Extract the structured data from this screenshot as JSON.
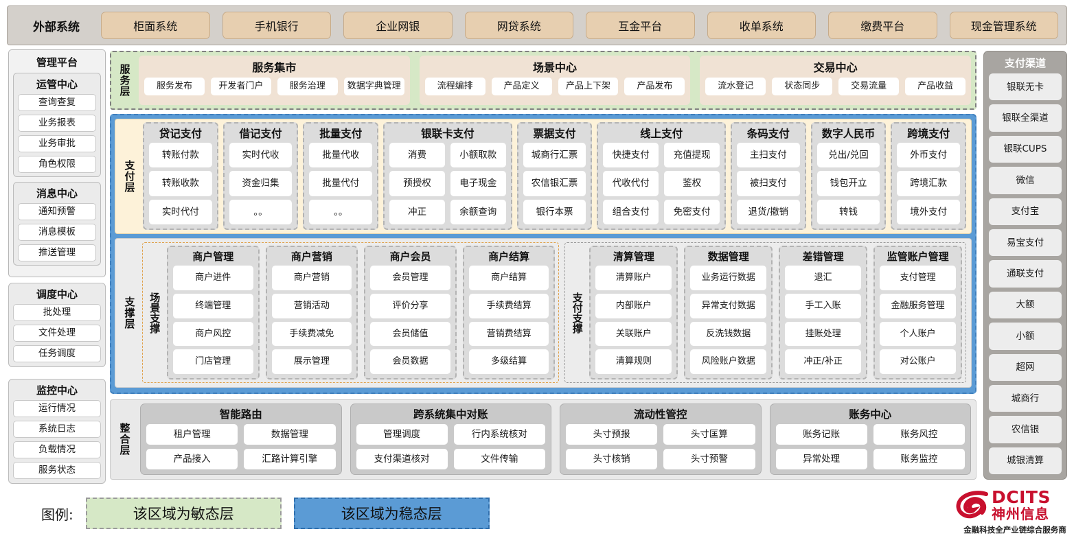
{
  "external_systems": {
    "title": "外部系统",
    "items": [
      "柜面系统",
      "手机银行",
      "企业网银",
      "网贷系统",
      "互金平台",
      "收单系统",
      "缴费平台",
      "现金管理系统"
    ]
  },
  "management_platform": {
    "title": "管理平台",
    "groups": [
      {
        "title": "运管中心",
        "items": [
          "查询查复",
          "业务报表",
          "业务审批",
          "角色权限"
        ]
      },
      {
        "title": "消息中心",
        "items": [
          "通知预警",
          "消息模板",
          "推送管理"
        ]
      }
    ]
  },
  "dispatch_center": {
    "title": "调度中心",
    "items": [
      "批处理",
      "文件处理",
      "任务调度"
    ]
  },
  "monitor_center": {
    "title": "监控中心",
    "items": [
      "运行情况",
      "系统日志",
      "负载情况",
      "服务状态"
    ]
  },
  "service_layer": {
    "label": "服务层",
    "cards": [
      {
        "title": "服务集市",
        "items": [
          "服务发布",
          "开发者门户",
          "服务治理",
          "数据字典管理"
        ]
      },
      {
        "title": "场景中心",
        "items": [
          "流程编排",
          "产品定义",
          "产品上下架",
          "产品发布"
        ]
      },
      {
        "title": "交易中心",
        "items": [
          "流水登记",
          "状态同步",
          "交易流量",
          "产品收益"
        ]
      }
    ]
  },
  "payment_layer": {
    "label": "支付层",
    "groups": [
      {
        "title": "贷记支付",
        "cols": 1,
        "rows": [
          [
            "转账付款"
          ],
          [
            "转账收款"
          ],
          [
            "实时代付"
          ]
        ]
      },
      {
        "title": "借记支付",
        "cols": 1,
        "rows": [
          [
            "实时代收"
          ],
          [
            "资金归集"
          ],
          [
            "。。"
          ]
        ]
      },
      {
        "title": "批量支付",
        "cols": 1,
        "rows": [
          [
            "批量代收"
          ],
          [
            "批量代付"
          ],
          [
            "。。"
          ]
        ]
      },
      {
        "title": "银联卡支付",
        "cols": 2,
        "rows": [
          [
            "消费",
            "小额取款"
          ],
          [
            "预授权",
            "电子现金"
          ],
          [
            "冲正",
            "余额查询"
          ]
        ]
      },
      {
        "title": "票据支付",
        "cols": 1,
        "rows": [
          [
            "城商行汇票"
          ],
          [
            "农信银汇票"
          ],
          [
            "银行本票"
          ]
        ]
      },
      {
        "title": "线上支付",
        "cols": 2,
        "rows": [
          [
            "快捷支付",
            "充值提现"
          ],
          [
            "代收代付",
            "鉴权"
          ],
          [
            "组合支付",
            "免密支付"
          ]
        ]
      },
      {
        "title": "条码支付",
        "cols": 1,
        "rows": [
          [
            "主扫支付"
          ],
          [
            "被扫支付"
          ],
          [
            "退货/撤销"
          ]
        ]
      },
      {
        "title": "数字人民币",
        "cols": 1,
        "rows": [
          [
            "兑出/兑回"
          ],
          [
            "钱包开立"
          ],
          [
            "转钱"
          ]
        ]
      },
      {
        "title": "跨境支付",
        "cols": 1,
        "rows": [
          [
            "外币支付"
          ],
          [
            "跨境汇款"
          ],
          [
            "境外支付"
          ]
        ]
      }
    ]
  },
  "support_layer": {
    "label": "支撑层",
    "sections": [
      {
        "label": "场景支撑",
        "groups": [
          {
            "title": "商户管理",
            "items": [
              "商户进件",
              "终端管理",
              "商户风控",
              "门店管理"
            ]
          },
          {
            "title": "商户营销",
            "items": [
              "商户营销",
              "营销活动",
              "手续费减免",
              "展示管理"
            ]
          },
          {
            "title": "商户会员",
            "items": [
              "会员管理",
              "评价分享",
              "会员储值",
              "会员数据"
            ]
          },
          {
            "title": "商户结算",
            "items": [
              "商户结算",
              "手续费结算",
              "营销费结算",
              "多级结算"
            ]
          }
        ]
      },
      {
        "label": "支付支撑",
        "groups": [
          {
            "title": "清算管理",
            "items": [
              "清算账户",
              "内部账户",
              "关联账户",
              "清算规则"
            ]
          },
          {
            "title": "数据管理",
            "items": [
              "业务运行数据",
              "异常支付数据",
              "反洗钱数据",
              "风险账户数据"
            ]
          },
          {
            "title": "差错管理",
            "items": [
              "退汇",
              "手工入账",
              "挂账处理",
              "冲正/补正"
            ]
          },
          {
            "title": "监管账户管理",
            "items": [
              "支付管理",
              "金融服务管理",
              "个人账户",
              "对公账户"
            ]
          }
        ]
      }
    ]
  },
  "integration_layer": {
    "label": "整合层",
    "cards": [
      {
        "title": "智能路由",
        "rows": [
          [
            "租户管理",
            "数据管理"
          ],
          [
            "产品接入",
            "汇路计算引擎"
          ]
        ]
      },
      {
        "title": "跨系统集中对账",
        "rows": [
          [
            "管理调度",
            "行内系统核对"
          ],
          [
            "支付渠道核对",
            "文件传输"
          ]
        ]
      },
      {
        "title": "流动性管控",
        "rows": [
          [
            "头寸预报",
            "头寸匡算"
          ],
          [
            "头寸核销",
            "头寸预警"
          ]
        ]
      },
      {
        "title": "账务中心",
        "rows": [
          [
            "账务记账",
            "账务风控"
          ],
          [
            "异常处理",
            "账务监控"
          ]
        ]
      }
    ]
  },
  "payment_channels": {
    "title": "支付渠道",
    "items": [
      "银联无卡",
      "银联全渠道",
      "银联CUPS",
      "微信",
      "支付宝",
      "易宝支付",
      "通联支付",
      "大额",
      "小额",
      "超网",
      "城商行",
      "农信银",
      "城银清算"
    ]
  },
  "legend": {
    "label": "图例:",
    "agile": "该区域为敏态层",
    "stable": "该区域为稳态层"
  },
  "logo": {
    "brand_en": "DCITS",
    "brand_cn": "神州信息",
    "tagline": "金融科技全产业链综合服务商"
  },
  "colors": {
    "agile_green": "#d6e8c6",
    "stable_blue": "#5b9bd5",
    "payment_cream": "#fdf2d9",
    "external_tan": "#e7cfb0",
    "channel_gray": "#a8a5a1",
    "brand_red": "#c8102e"
  }
}
